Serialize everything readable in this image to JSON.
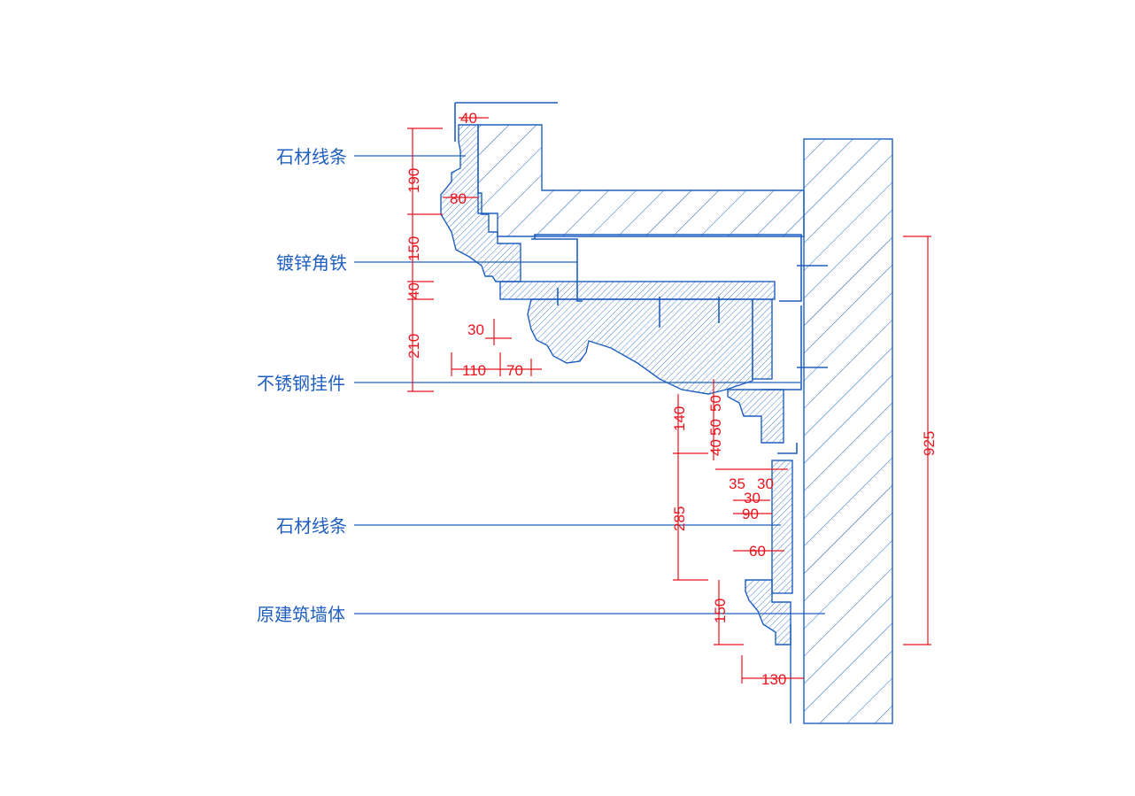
{
  "labels": {
    "stone_molding_top": "石材线条",
    "galvanized_angle": "镀锌角铁",
    "stainless_hanger": "不锈钢挂件",
    "stone_molding_bottom": "石材线条",
    "original_wall": "原建筑墙体"
  },
  "dims": {
    "d40_top": "40",
    "d190": "190",
    "d80": "80",
    "d150_left": "150",
    "d40_left": "40",
    "d210": "210",
    "d30_left": "30",
    "d110": "110",
    "d70": "70",
    "d140": "140",
    "d50": "50",
    "d40_mid": "40",
    "d50_mid": "50",
    "d35": "35",
    "d30_mid_a": "30",
    "d30_mid_b": "30",
    "d90": "90",
    "d285": "285",
    "d60": "60",
    "d150_bottom": "150",
    "d130": "130",
    "d925": "925"
  },
  "colors": {
    "line": "#1f5fbf",
    "dimension": "#e8141e"
  }
}
